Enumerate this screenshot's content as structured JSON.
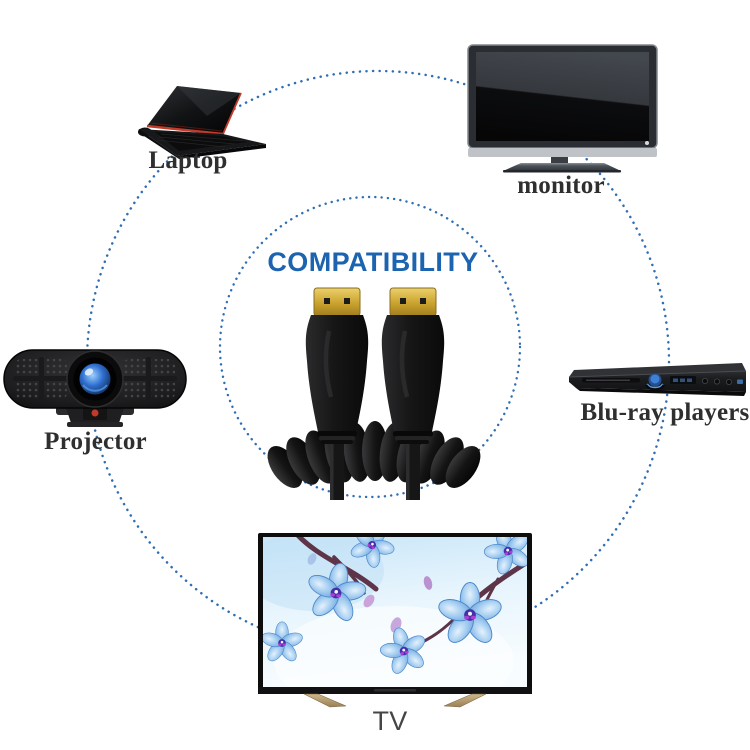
{
  "header": {
    "title": "COMPATIBILITY"
  },
  "devices": [
    {
      "id": "laptop",
      "label": "Laptop",
      "icon": "laptop-icon"
    },
    {
      "id": "monitor",
      "label": "monitor",
      "icon": "monitor-icon"
    },
    {
      "id": "projector",
      "label": "Projector",
      "icon": "projector-icon"
    },
    {
      "id": "bluray",
      "label": "Blu-ray players",
      "icon": "bluray-player-icon"
    },
    {
      "id": "tv",
      "label": "TV",
      "icon": "tv-icon"
    }
  ],
  "center_item": {
    "icon": "coiled-hdmi-cable-icon",
    "connector_count": 2
  },
  "colors": {
    "title_blue": "#1c64b0",
    "dotted_circle_blue": "#1e62ad",
    "label_dark": "#2f2f2f",
    "cable_black": "#141414",
    "connector_gold": "#c9a227",
    "laptop_trim_red": "#c23b2a",
    "lens_blue": "#2f6fd0"
  }
}
